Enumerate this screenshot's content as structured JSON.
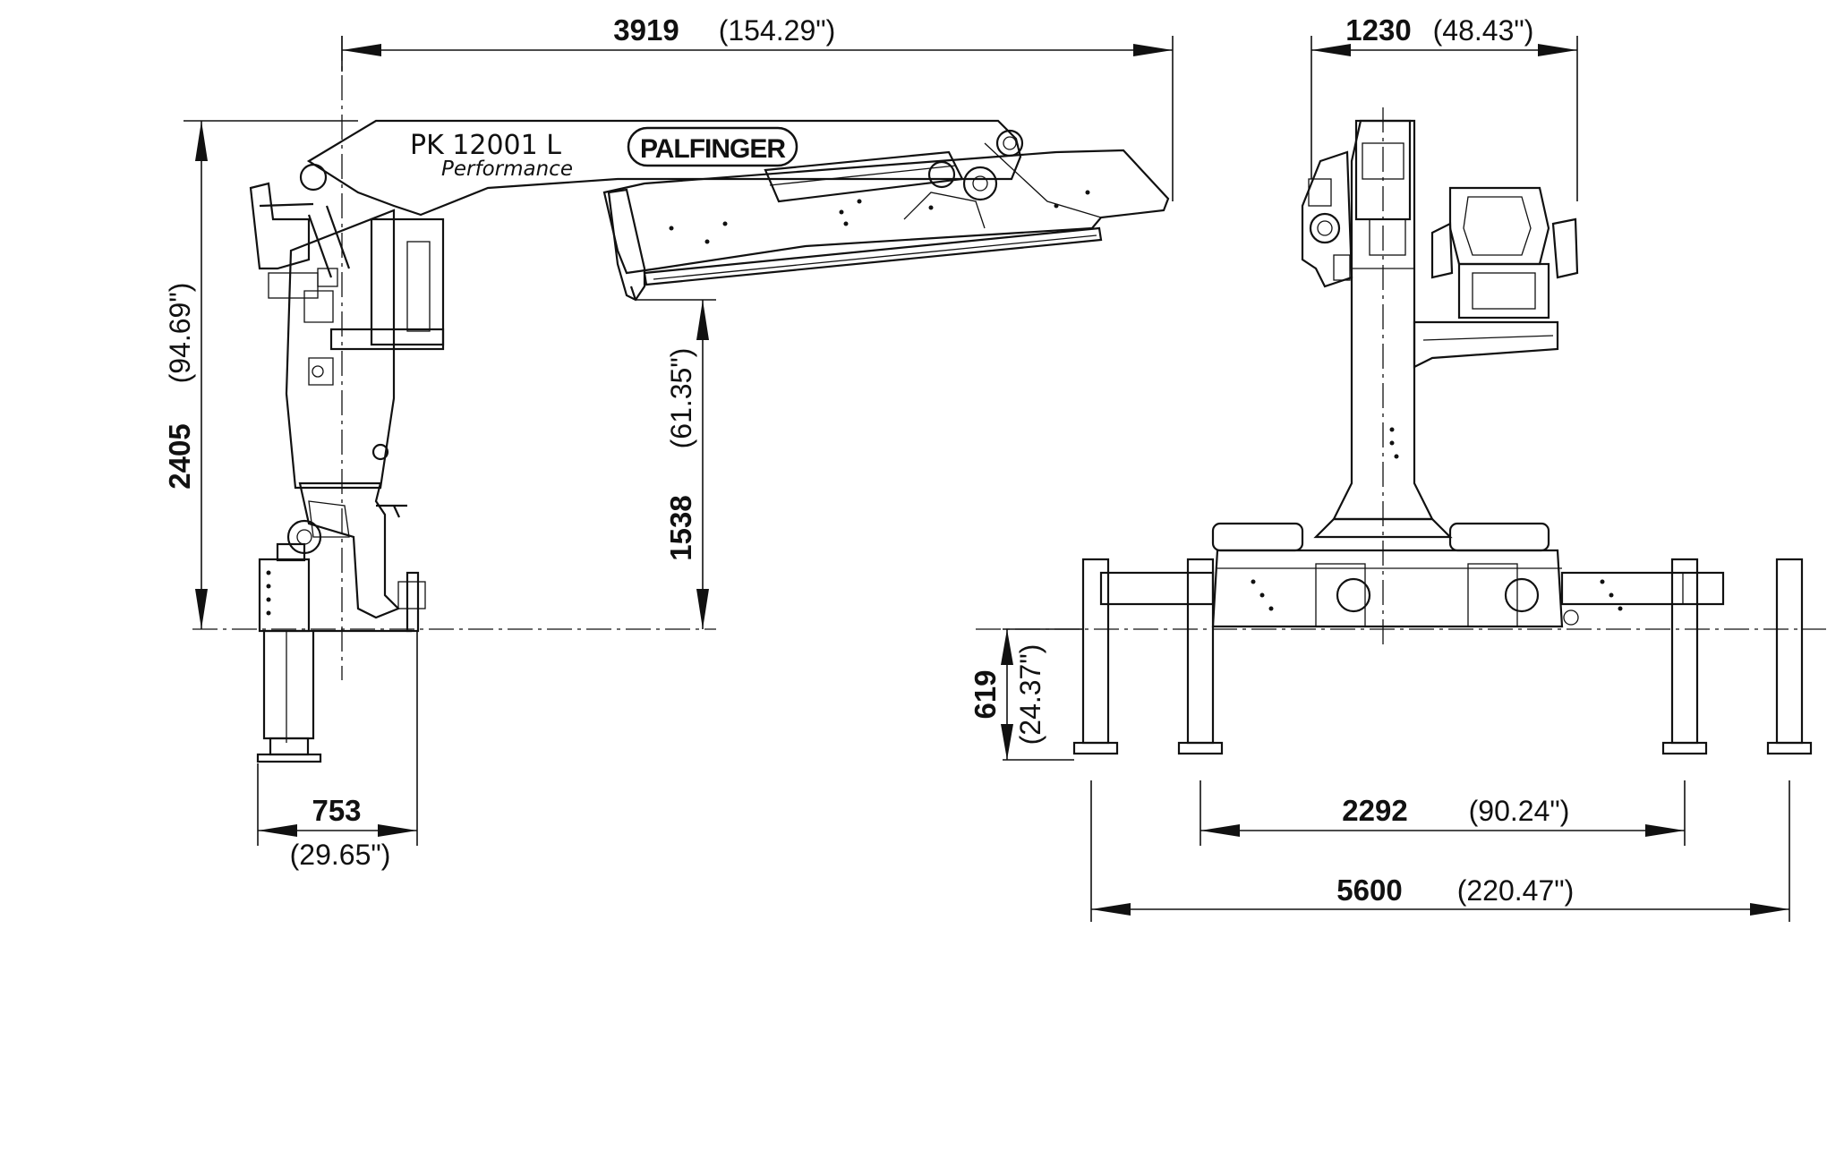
{
  "model": {
    "name": "PK 12001 L",
    "variant": "Performance",
    "brand": "PALFINGER"
  },
  "dimensions": {
    "overall_length": {
      "mm": "3919",
      "inch": "(154.29\")"
    },
    "overall_height": {
      "mm": "2405",
      "inch": "(94.69\")"
    },
    "boom_underside_height": {
      "mm": "1538",
      "inch": "(61.35\")"
    },
    "base_depth": {
      "mm": "753",
      "inch": "(29.65\")"
    },
    "front_width": {
      "mm": "1230",
      "inch": "(48.43\")"
    },
    "outrigger_below": {
      "mm": "619",
      "inch": "(24.37\")"
    },
    "inner_outrigger_span": {
      "mm": "2292",
      "inch": "(90.24\")"
    },
    "full_outrigger_span": {
      "mm": "5600",
      "inch": "(220.47\")"
    }
  }
}
